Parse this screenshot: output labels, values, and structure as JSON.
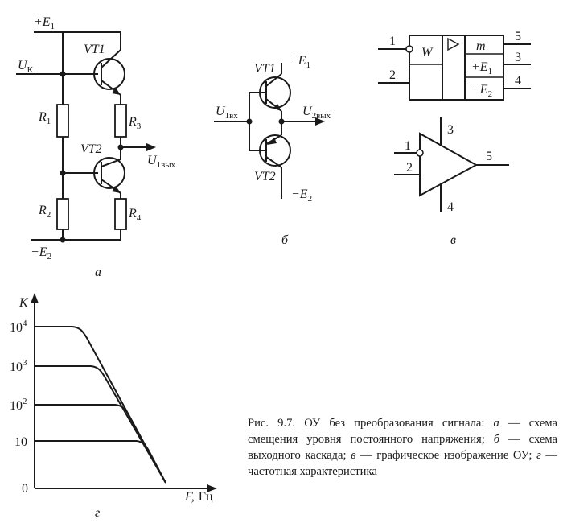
{
  "panel_a": {
    "label": "а",
    "supply_pos": "+E",
    "supply_pos_sub": "1",
    "supply_neg": "−E",
    "supply_neg_sub": "2",
    "input": "U",
    "input_sub": "К",
    "output": "U",
    "output_sub": "1вых",
    "vt1": "VT1",
    "vt2": "VT2",
    "r1": "R",
    "r1_sub": "1",
    "r2": "R",
    "r2_sub": "2",
    "r3": "R",
    "r3_sub": "3",
    "r4": "R",
    "r4_sub": "4"
  },
  "panel_b": {
    "label": "б",
    "supply_pos": "+E",
    "supply_pos_sub": "1",
    "supply_neg": "−E",
    "supply_neg_sub": "2",
    "input": "U",
    "input_sub": "1вх",
    "output": "U",
    "output_sub": "2вых",
    "vt1": "VT1",
    "vt2": "VT2"
  },
  "panel_v": {
    "label": "в",
    "box_w": "W",
    "box_m": "m",
    "box_e1": "+E",
    "box_e1_sub": "1",
    "box_e2": "−E",
    "box_e2_sub": "2",
    "pin1": "1",
    "pin2": "2",
    "pin3": "3",
    "pin4": "4",
    "pin5": "5",
    "tri_pin1": "1",
    "tri_pin2": "2",
    "tri_pin3": "3",
    "tri_pin4": "4",
    "tri_pin5": "5"
  },
  "panel_g": {
    "label": "г",
    "ylabel": "K",
    "xlabel": "F,",
    "xunit": "Гц",
    "origin": "0",
    "ticks": [
      {
        "base": "10",
        "exp": "4"
      },
      {
        "base": "10",
        "exp": "3"
      },
      {
        "base": "10",
        "exp": "2"
      },
      {
        "base": "10",
        "exp": ""
      }
    ]
  },
  "caption": {
    "title": "Рис. 9.7. ОУ без преобразования сигнала:",
    "l_a": "а",
    "t_a": " — схема смещения уровня постоянного напряжения; ",
    "l_b": "б",
    "t_b": " — схема выходного каскада; ",
    "l_v": "в",
    "t_v": " — графическое изображение ОУ; ",
    "l_g": "г",
    "t_g": " — частотная характеристика"
  }
}
